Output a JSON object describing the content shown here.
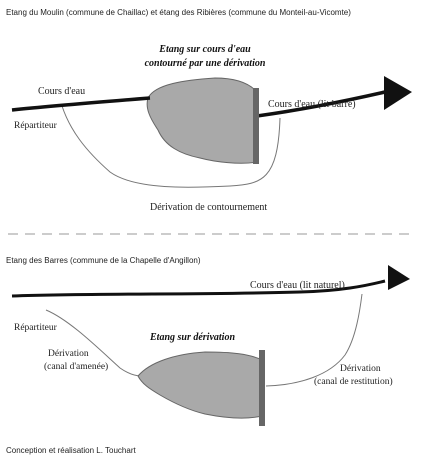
{
  "top": {
    "caption": "Etang du Moulin (commune de Chaillac) et étang des Ribières (commune du Monteil-au-Vicomte)",
    "title_line1": "Etang sur cours d'eau",
    "title_line2": "contourné par une dérivation",
    "river_in": "Cours d'eau",
    "river_out": "Cours d'eau (lit barré)",
    "splitter": "Répartiteur",
    "bypass": "Dérivation de contournement"
  },
  "bottom": {
    "caption": "Etang des Barres (commune de la Chapelle d'Angillon)",
    "title": "Etang sur dérivation",
    "river": "Cours d'eau (lit naturel)",
    "splitter": "Répartiteur",
    "intake_line1": "Dérivation",
    "intake_line2": "(canal d'amenée)",
    "return_line1": "Dérivation",
    "return_line2": "(canal de restitution)"
  },
  "credit": "Conception et réalisation L. Touchart",
  "colors": {
    "river": "#111111",
    "pond_fill": "#a9a9a9",
    "dam": "#666666",
    "channel": "#777777",
    "divider": "#999999"
  }
}
